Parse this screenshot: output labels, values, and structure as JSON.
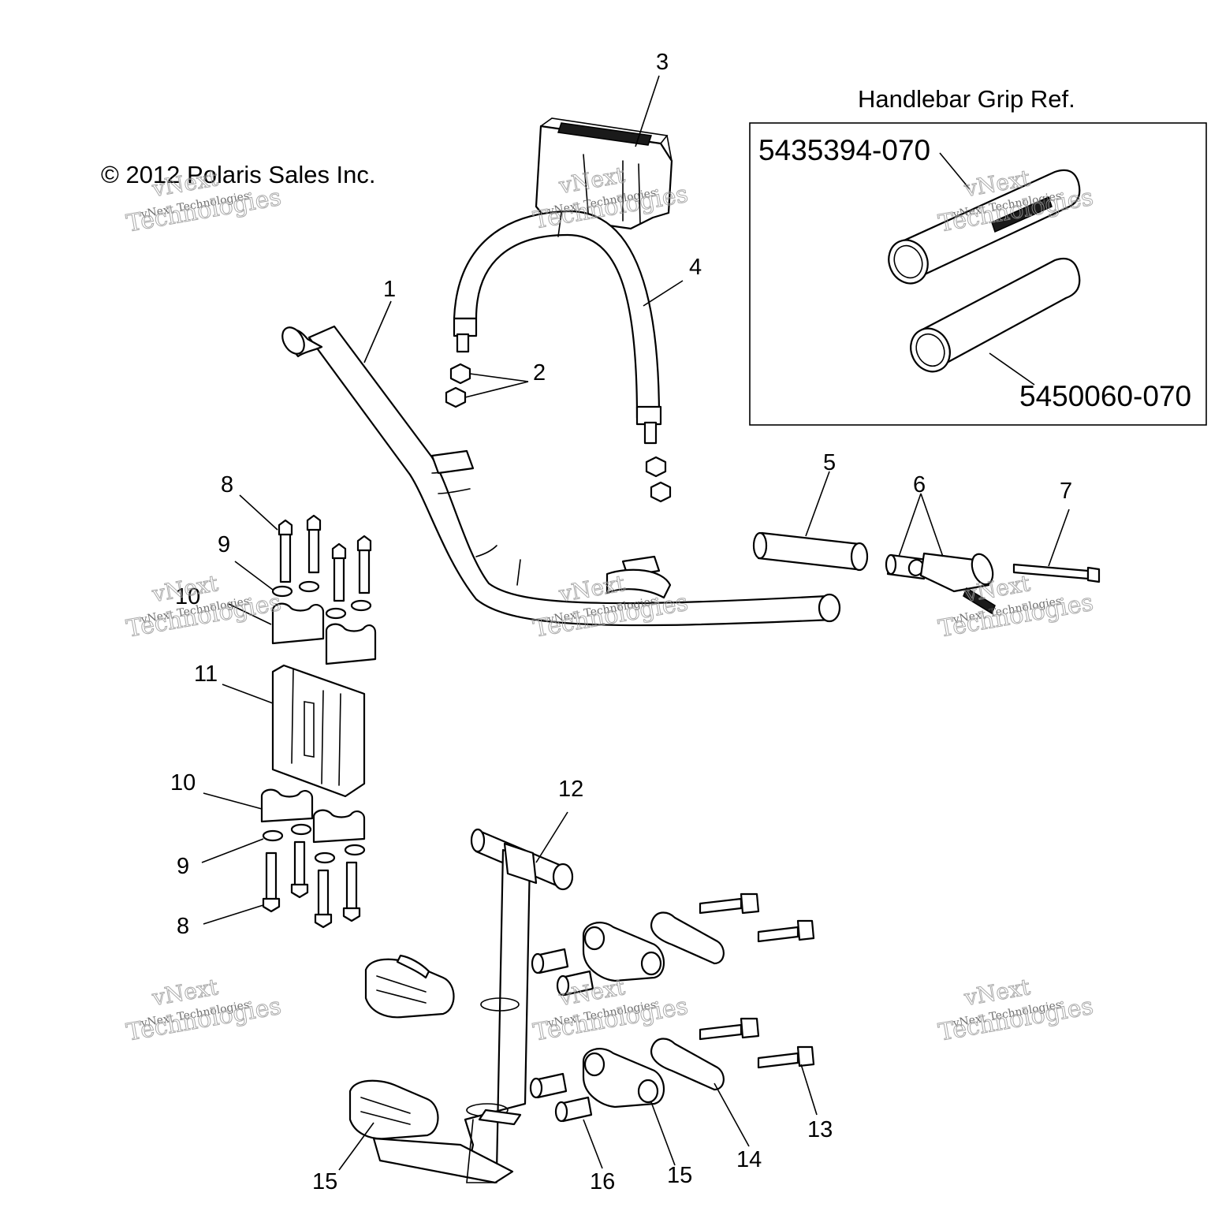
{
  "copyright": "© 2012 Polaris Sales Inc.",
  "grip_ref": {
    "title": "Handlebar Grip Ref.",
    "part_numbers": [
      "5435394-070",
      "5450060-070"
    ]
  },
  "callouts": {
    "c1": "1",
    "c2": "2",
    "c3": "3",
    "c4": "4",
    "c5": "5",
    "c6": "6",
    "c7": "7",
    "c8a": "8",
    "c8b": "8",
    "c9a": "9",
    "c9b": "9",
    "c10a": "10",
    "c10b": "10",
    "c11": "11",
    "c12": "12",
    "c13": "13",
    "c14": "14",
    "c15a": "15",
    "c15b": "15",
    "c16": "16"
  },
  "watermark": {
    "line1": "vNext",
    "line2": "vNext Technologies",
    "line3": "Technologies"
  }
}
